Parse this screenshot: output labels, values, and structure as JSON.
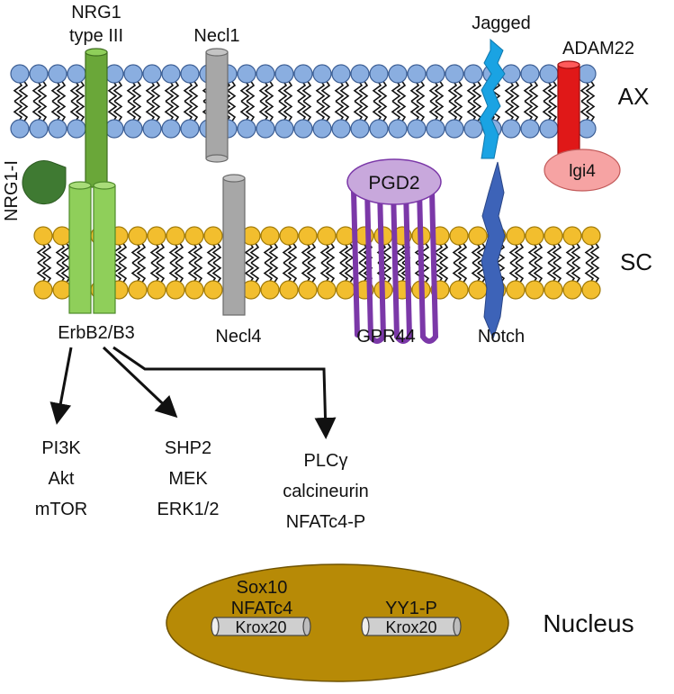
{
  "membranes": {
    "axon_label": "AX",
    "schwann_label": "SC"
  },
  "proteins": {
    "nrg1_type3": {
      "line1": "NRG1",
      "line2": "type III"
    },
    "nrg1_i": "NRG1-I",
    "necl1": "Necl1",
    "necl4": "Necl4",
    "jagged": "Jagged",
    "notch": "Notch",
    "adam22": "ADAM22",
    "lgi4": "lgi4",
    "pgd2": "PGD2",
    "gpr44": "GPR44",
    "erbb": "ErbB2/B3"
  },
  "pathways": [
    {
      "lines": [
        "PI3K",
        "Akt",
        "mTOR"
      ]
    },
    {
      "lines": [
        "SHP2",
        "MEK",
        "ERK1/2"
      ]
    },
    {
      "lines": [
        "PLCγ",
        "calcineurin",
        "NFATc4-P"
      ]
    }
  ],
  "nucleus": {
    "label": "Nucleus",
    "left_factors": [
      "Sox10",
      "NFATc4"
    ],
    "right_factor": "YY1-P",
    "gene_left": "Krox20",
    "gene_right": "Krox20"
  },
  "colors": {
    "axon_head": "#8aaee0",
    "schwann_head": "#f2be2e",
    "nrg1": "#6aa739",
    "erbb": "#8fcf5a",
    "necl": "#a7a7a7",
    "jagged": "#1aa3e3",
    "notch": "#3d63b8",
    "adam22": "#e01818",
    "lgi4": "#f6a3a3",
    "pgd2": "#c8a8dc",
    "gpr44": "#7b38a8",
    "nucleus": "#b78a06"
  }
}
